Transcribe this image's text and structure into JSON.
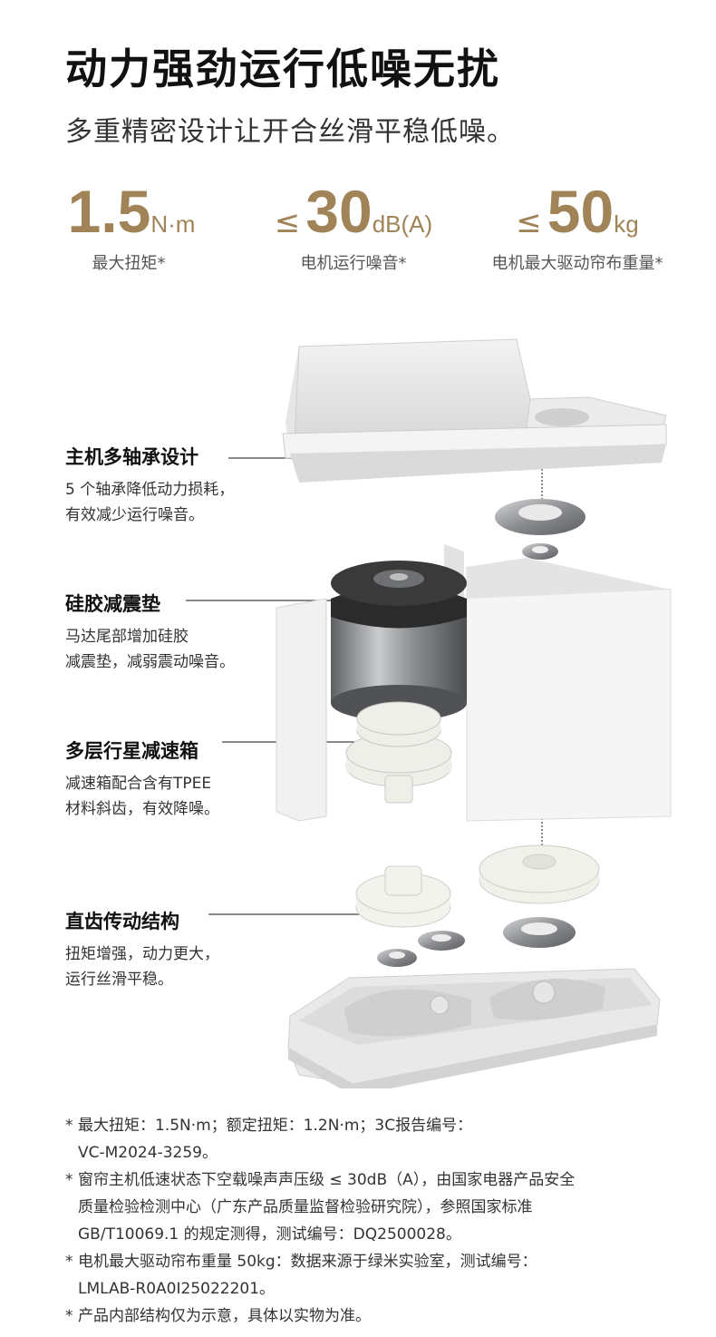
{
  "header": {
    "title": "动力强劲运行低噪无扰",
    "subtitle": "多重精密设计让开合丝滑平稳低噪。"
  },
  "stats": [
    {
      "prefix": "",
      "value": "1.5",
      "unit": "N·m",
      "caption": "最大扭矩*"
    },
    {
      "prefix": "≤",
      "value": "30",
      "unit": "dB(A)",
      "caption": "电机运行噪音*"
    },
    {
      "prefix": "≤",
      "value": "50",
      "unit": "kg",
      "caption": "电机最大驱动帘布重量*"
    }
  ],
  "features": [
    {
      "heading": "主机多轴承设计",
      "line1": "5 个轴承降低动力损耗，",
      "line2": "有效减少运行噪音。"
    },
    {
      "heading": "硅胶减震垫",
      "line1": "马达尾部增加硅胶",
      "line2": "减震垫，减弱震动噪音。"
    },
    {
      "heading": "多层行星减速箱",
      "line1": "减速箱配合含有TPEE",
      "line2": "材料斜齿，有效降噪。"
    },
    {
      "heading": "直齿传动结构",
      "line1": "扭矩增强，动力更大，",
      "line2": "运行丝滑平稳。"
    }
  ],
  "notes": [
    {
      "star": "*",
      "lines": [
        "最大扭矩：1.5N·m；额定扭矩：1.2N·m；3C报告编号：",
        "VC-M2024-3259。"
      ]
    },
    {
      "star": "*",
      "lines": [
        "窗帘主机低速状态下空载噪声声压级 ≤ 30dB（A），由国家电器产品安全",
        "质量检验检测中心（广东产品质量监督检验研究院），参照国家标准",
        "GB/T10069.1 的规定测得，测试编号：DQ2500028。"
      ]
    },
    {
      "star": "*",
      "lines": [
        "电机最大驱动帘布重量 50kg：数据来源于绿米实验室，测试编号：",
        "LMLAB-R0A0I25022201。"
      ]
    },
    {
      "star": "*",
      "lines": [
        "产品内部结构仅为示意，具体以实物为准。"
      ]
    }
  ],
  "colors": {
    "accent": "#a08357",
    "text": "#1a1a1a",
    "muted": "#555555"
  }
}
